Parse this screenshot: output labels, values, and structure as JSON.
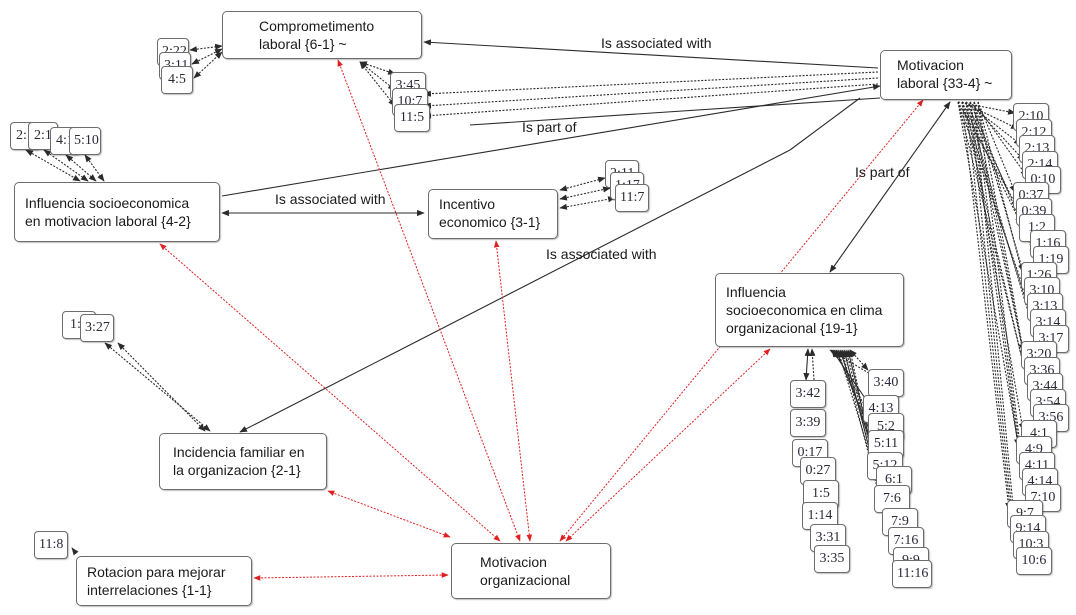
{
  "colors": {
    "edge": "#2b2b2b",
    "red_edge": "#e02020",
    "node_border": "#6d6d6d"
  },
  "nodes": {
    "comprometimento": "Comprometimento\nlaboral {6-1} ~",
    "motivacion_laboral": "Motivacion\nlaboral {33-4} ~",
    "influencia_motivacion": "Influencia socioeconomica\nen motivacion laboral {4-2}",
    "incentivo": "Incentivo\neconomico {3-1}",
    "influencia_clima": "Influencia\nsocioeconomica en clima\norganizacional {19-1}",
    "incidencia": "Incidencia familiar en\nla organizacion {2-1}",
    "rotacion": "Rotacion para mejorar\ninterrelaciones {1-1}",
    "motivacion_org": "Motivacion\norganizacional"
  },
  "edge_labels": {
    "assoc_top": "Is associated with",
    "partof_top": "Is part of",
    "assoc_mid": "Is associated with",
    "partof_right": "Is part of",
    "assoc_diag": "Is associated with"
  },
  "quotes": {
    "comprometimento_left": [
      "2:22",
      "3:11",
      "4:5"
    ],
    "comprometimento_right": [
      "3:45",
      "10:7",
      "11:5"
    ],
    "influencia_motivacion": [
      "2:1",
      "2:1",
      "4:1",
      "5:10"
    ],
    "incentivo": [
      "2:11",
      "1:17",
      "11:7"
    ],
    "incidencia": [
      "1:3",
      "3:27"
    ],
    "rotacion": [
      "11:8"
    ],
    "clima_left": [
      "3:42",
      "3:39",
      "0:17",
      "0:27",
      "1:5",
      "1:14",
      "3:31",
      "3:35"
    ],
    "clima_right": [
      "3:40",
      "4:13",
      "5:2",
      "5:11",
      "5:12",
      "6:1",
      "7:6",
      "7:9",
      "7:16",
      "9:9",
      "11:16"
    ],
    "motivacion_laboral": [
      "2:10",
      "2:12",
      "2:13",
      "2:14",
      "0:10",
      "0:37",
      "0:39",
      "1:2",
      "1:16",
      "1:19",
      "1:26",
      "3:10",
      "3:13",
      "3:14",
      "3:17",
      "3:20",
      "3:36",
      "3:44",
      "3:54",
      "3:56",
      "4:1",
      "4:9",
      "4:11",
      "4:14",
      "7:10",
      "9:7",
      "9:14",
      "10:3",
      "10:6"
    ]
  }
}
